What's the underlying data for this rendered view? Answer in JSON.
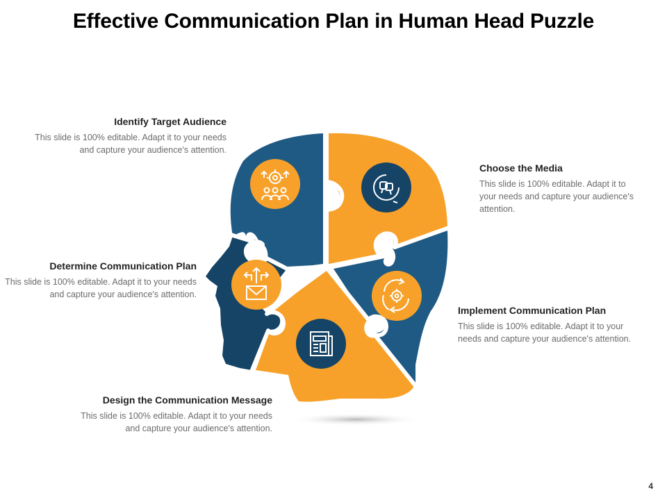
{
  "title": "Effective Communication Plan in Human Head Puzzle",
  "page_number": "4",
  "colors": {
    "blue": "#1f5a85",
    "dark_blue": "#154466",
    "orange": "#f7a12a",
    "text_dark": "#1f1f1f",
    "text_gray": "#6b6b6b"
  },
  "items": [
    {
      "heading": "Identify Target Audience",
      "body": "This slide is 100% editable. Adapt it to your needs and capture your audience's attention.",
      "icon": "audience-target-icon"
    },
    {
      "heading": "Choose the Media",
      "body": "This slide is 100% editable. Adapt it to your needs and capture your audience's attention.",
      "icon": "media-chat-icon"
    },
    {
      "heading": "Determine Communication Plan",
      "body": "This slide is 100% editable. Adapt it to your needs and capture your audience's attention.",
      "icon": "mail-direction-icon"
    },
    {
      "heading": "Implement Communication Plan",
      "body": "This slide is 100% editable. Adapt it to your needs and capture your audience's attention.",
      "icon": "gear-cycle-icon"
    },
    {
      "heading": "Design the Communication Message",
      "body": "This slide is 100% editable. Adapt it to your needs and capture your audience's attention.",
      "icon": "newspaper-icon"
    }
  ]
}
